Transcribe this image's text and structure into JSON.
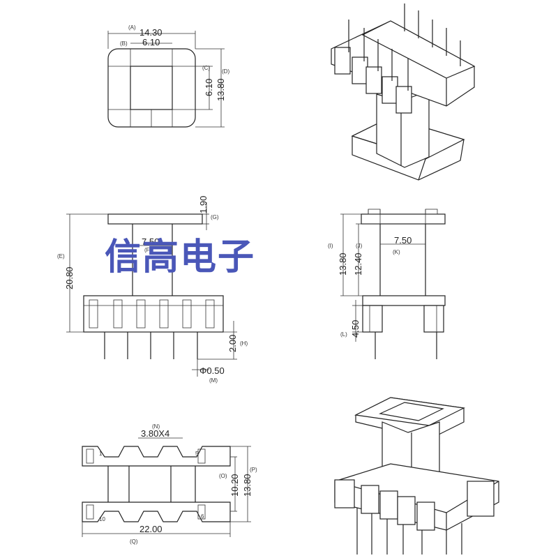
{
  "watermark": "信高电子",
  "top_view": {
    "dim_a": "14.30",
    "tag_a": "(A)",
    "dim_b": "6.10",
    "tag_b": "(B)",
    "dim_c": "6.10",
    "tag_c": "(C)",
    "dim_d": "13.80",
    "tag_d": "(D)"
  },
  "side_view": {
    "dim_g": "1.90",
    "tag_g": "(G)",
    "dim_e": "20.80",
    "tag_e": "(E)",
    "dim_f": "7.50",
    "tag_f": "(F)",
    "dim_h": "2.00",
    "tag_h": "(H)",
    "dim_m": "Φ0.50",
    "tag_m": "(M)"
  },
  "end_view": {
    "dim_i": "13.80",
    "tag_i": "(I)",
    "dim_j": "12.40",
    "tag_j": "(J)",
    "dim_k": "7.50",
    "tag_k": "(K)",
    "dim_l": "4.50",
    "tag_l": "(L)"
  },
  "bottom_view": {
    "dim_n": "3.80X4",
    "tag_n": "(N)",
    "dim_o": "10.20",
    "tag_o": "(O)",
    "dim_p": "13.80",
    "tag_p": "(P)",
    "dim_q": "22.00",
    "tag_q": "(Q)",
    "pin_1": "1",
    "pin_5": "5",
    "pin_10": "10",
    "pin_6": "6"
  }
}
